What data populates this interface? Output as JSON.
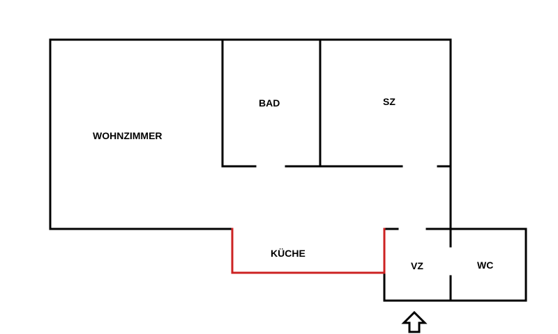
{
  "floor_plan": {
    "rooms": {
      "wohnzimmer": "WOHNZIMMER",
      "bad": "BAD",
      "sz": "SZ",
      "kueche": "KÜCHE",
      "vz": "VZ",
      "wc": "WC"
    },
    "colors": {
      "wall": "#000000",
      "kitchen_wall": "#cc2222",
      "background": "#ffffff"
    },
    "entrance_icon": "up-arrow-icon"
  }
}
